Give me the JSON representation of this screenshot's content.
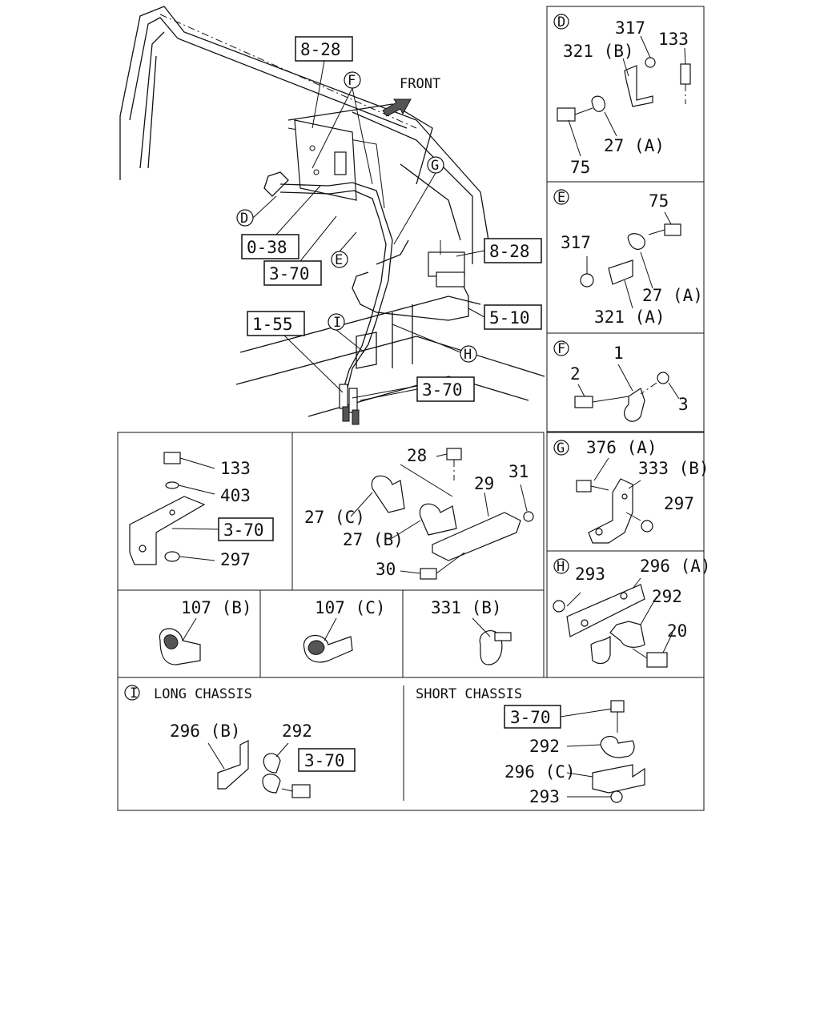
{
  "main": {
    "front_label": "FRONT",
    "refs": {
      "r828a": "8-28",
      "r828b": "8-28",
      "r038": "0-38",
      "r370a": "3-70",
      "r155": "1-55",
      "r510": "5-10",
      "r370b": "3-70"
    },
    "callouts": {
      "F": "F",
      "G": "G",
      "D": "D",
      "E": "E",
      "I": "I",
      "H": "H"
    }
  },
  "panels": {
    "D": {
      "letter": "D",
      "labels": [
        "317",
        "133",
        "321 (B)",
        "27 (A)",
        "75"
      ]
    },
    "E": {
      "letter": "E",
      "labels": [
        "75",
        "317",
        "27 (A)",
        "321 (A)"
      ]
    },
    "F": {
      "letter": "F",
      "labels": [
        "1",
        "2",
        "3"
      ]
    },
    "G": {
      "letter": "G",
      "labels": [
        "376 (A)",
        "333 (B)",
        "297"
      ]
    },
    "H": {
      "letter": "H",
      "labels": [
        "293",
        "296 (A)",
        "292",
        "20"
      ]
    },
    "bolt": {
      "labels": [
        "133",
        "403",
        "297"
      ],
      "ref": "3-70"
    },
    "clamp": {
      "labels": [
        "28",
        "31",
        "29",
        "27 (C)",
        "27 (B)",
        "30"
      ]
    },
    "c107b": {
      "label": "107 (B)"
    },
    "c107c": {
      "label": "107 (C)"
    },
    "c331b": {
      "label": "331 (B)"
    },
    "I": {
      "letter": "I",
      "long_title": "LONG CHASSIS",
      "short_title": "SHORT CHASSIS",
      "long_labels": [
        "296 (B)",
        "292"
      ],
      "long_ref": "3-70",
      "short_labels": [
        "292",
        "296 (C)",
        "293"
      ],
      "short_ref": "3-70"
    }
  }
}
